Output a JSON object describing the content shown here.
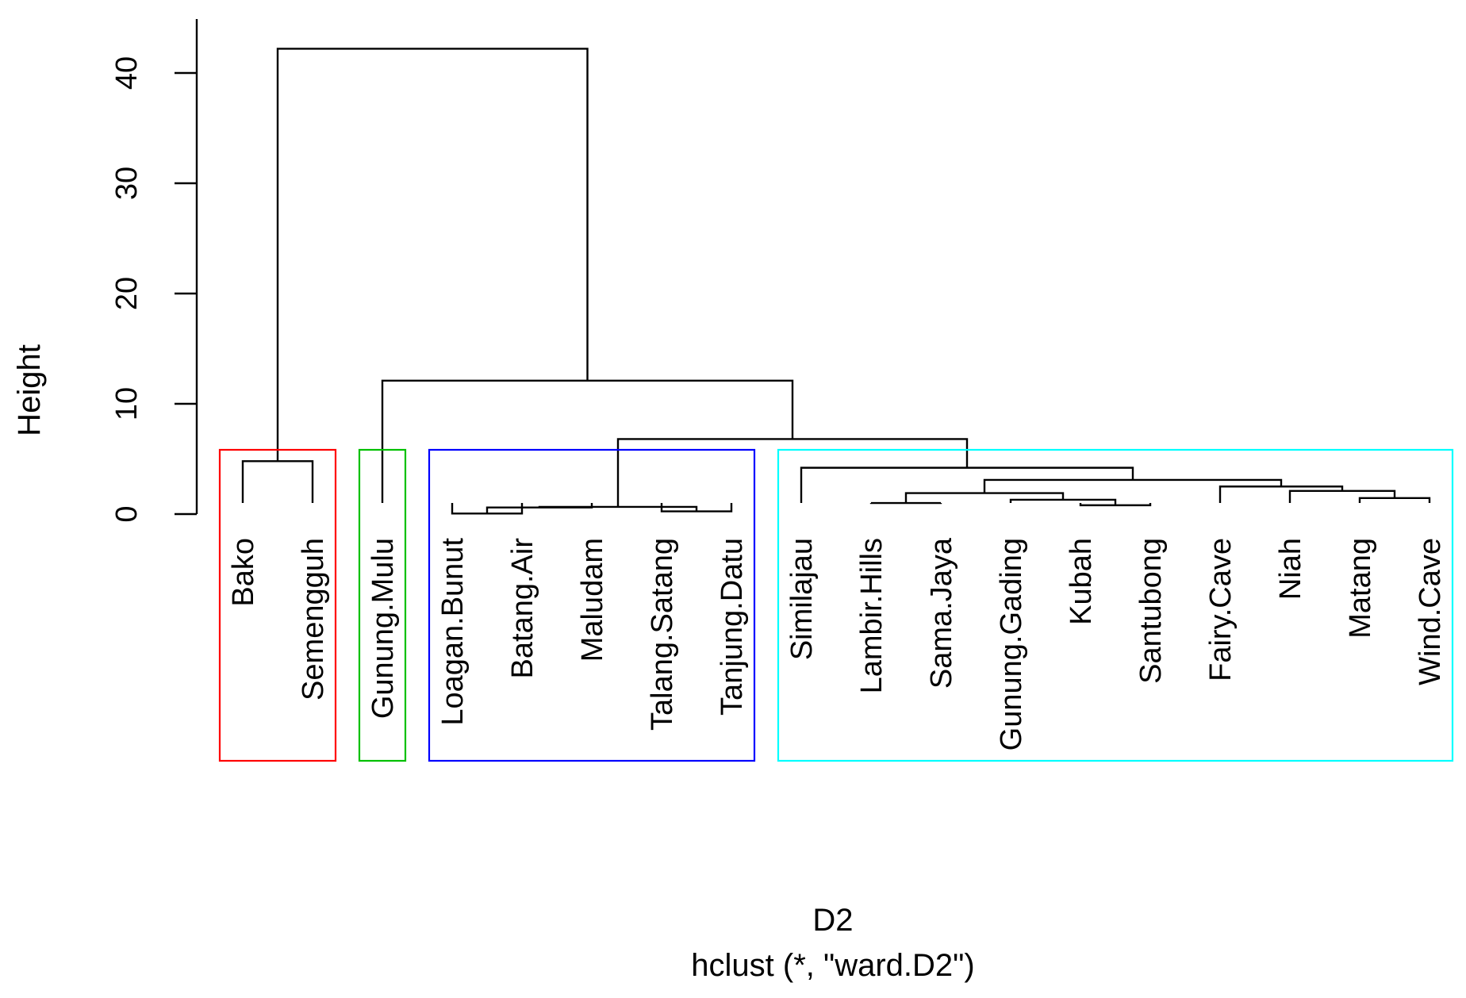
{
  "chart_data": {
    "type": "dendrogram",
    "xlabel": "D2",
    "subtitle": "hclust (*, \"ward.D2\")",
    "ylabel": "Height",
    "ylim": [
      0,
      44
    ],
    "y_ticks": [
      0,
      10,
      20,
      30,
      40
    ],
    "y_tick_labels": [
      "0",
      "10",
      "20",
      "30",
      "40"
    ],
    "grid": false,
    "leaves": [
      "Bako",
      "Semengguh",
      "Gunung.Mulu",
      "Loagan.Bunut",
      "Batang.Air",
      "Maludam",
      "Talang.Satang",
      "Tanjung.Datu",
      "Similajau",
      "Lambir.Hills",
      "Sama.Jaya",
      "Gunung.Gading",
      "Kubah",
      "Santubong",
      "Fairy.Cave",
      "Niah",
      "Matang",
      "Wind.Cave"
    ],
    "merges": [
      {
        "left": "Loagan.Bunut",
        "right": "Batang.Air",
        "height": 0.05
      },
      {
        "left": "Talang.Satang",
        "right": "Tanjung.Datu",
        "height": 0.25
      },
      {
        "left": "Loagan.Bunut+Batang.Air",
        "right": "Maludam",
        "height": 0.6
      },
      {
        "left": "Kubah",
        "right": "Santubong",
        "height": 0.8
      },
      {
        "left": "Lambir.Hills",
        "right": "Sama.Jaya",
        "height": 1.0
      },
      {
        "left": "Gunung.Gading",
        "right": "Kubah+Santubong",
        "height": 1.3
      },
      {
        "left": "Matang",
        "right": "Wind.Cave",
        "height": 1.45
      },
      {
        "left": "Loagan.Bunut+Batang.Air+Maludam",
        "right": "Talang.Satang+Tanjung.Datu",
        "height": 0.65
      },
      {
        "left": "Lambir.Hills+Sama.Jaya",
        "right": "Gunung.Gading+Kubah+Santubong",
        "height": 1.9
      },
      {
        "left": "Niah",
        "right": "Matang+Wind.Cave",
        "height": 2.1
      },
      {
        "left": "Fairy.Cave",
        "right": "Niah+Matang+Wind.Cave",
        "height": 2.5
      },
      {
        "left": "Lambir.Hills+Sama.Jaya+Gunung.Gading+Kubah+Santubong",
        "right": "Fairy.Cave+Niah+Matang+Wind.Cave",
        "height": 3.1
      },
      {
        "left": "Similajau",
        "right": "Lambir.Hills+Sama.Jaya+Gunung.Gading+Kubah+Santubong+Fairy.Cave+Niah+Matang+Wind.Cave",
        "height": 4.2
      },
      {
        "left": "Bako",
        "right": "Semengguh",
        "height": 4.8
      },
      {
        "left": "Loagan.Bunut+Batang.Air+Maludam+Talang.Satang+Tanjung.Datu",
        "right": "Similajau+Lambir.Hills+Sama.Jaya+Gunung.Gading+Kubah+Santubong+Fairy.Cave+Niah+Matang+Wind.Cave",
        "height": 6.8
      },
      {
        "left": "Gunung.Mulu",
        "right": "Loagan.Bunut+Batang.Air+Maludam+Talang.Satang+Tanjung.Datu+Similajau+Lambir.Hills+Sama.Jaya+Gunung.Gading+Kubah+Santubong+Fairy.Cave+Niah+Matang+Wind.Cave",
        "height": 12.1
      },
      {
        "left": "Bako+Semengguh",
        "right": "Gunung.Mulu+Loagan.Bunut+Batang.Air+Maludam+Talang.Satang+Tanjung.Datu+Similajau+Lambir.Hills+Sama.Jaya+Gunung.Gading+Kubah+Santubong+Fairy.Cave+Niah+Matang+Wind.Cave",
        "height": 42.2
      }
    ],
    "cluster_boxes": [
      {
        "first": "Bako",
        "last": "Semengguh",
        "color": "#ff0000"
      },
      {
        "first": "Gunung.Mulu",
        "last": "Gunung.Mulu",
        "color": "#00c000"
      },
      {
        "first": "Loagan.Bunut",
        "last": "Tanjung.Datu",
        "color": "#0000ff"
      },
      {
        "first": "Similajau",
        "last": "Wind.Cave",
        "color": "#00ffff"
      }
    ]
  }
}
